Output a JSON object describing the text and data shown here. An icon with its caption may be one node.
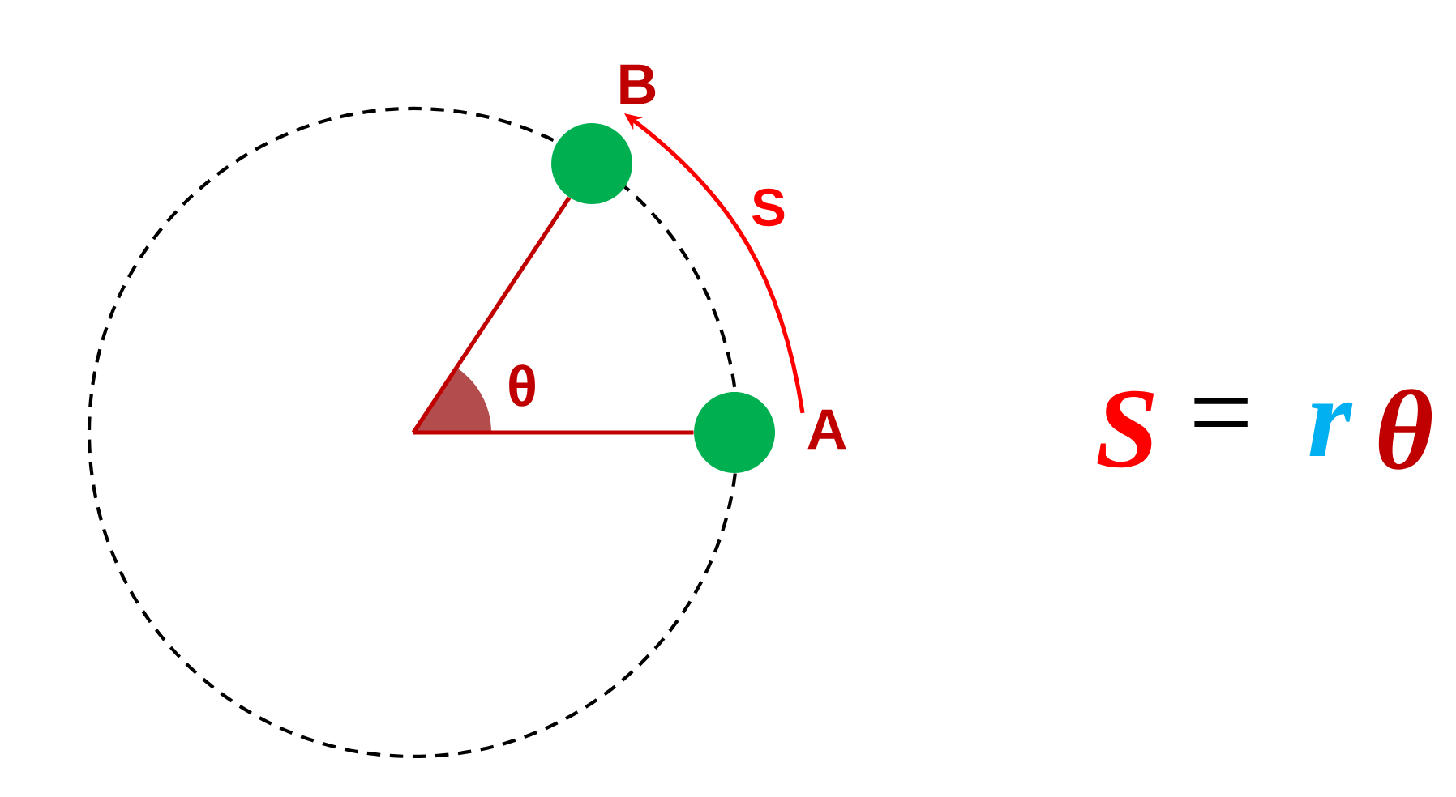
{
  "diagram": {
    "nodes": [
      {
        "text": [],
        "shape": "circle",
        "beside": [
          "A"
        ]
      },
      {
        "text": [],
        "shape": "circle",
        "beside": [
          "B"
        ]
      }
    ],
    "edges": [
      {
        "from": null,
        "to": 0,
        "arrow": "none"
      },
      {
        "from": null,
        "to": 1,
        "arrow": "none"
      },
      {
        "from": 0,
        "to": 1,
        "arrow": "to",
        "label": "S",
        "color": "#ff0000"
      }
    ],
    "labels": [
      "θ",
      "S",
      "=",
      "r",
      "θ"
    ]
  }
}
